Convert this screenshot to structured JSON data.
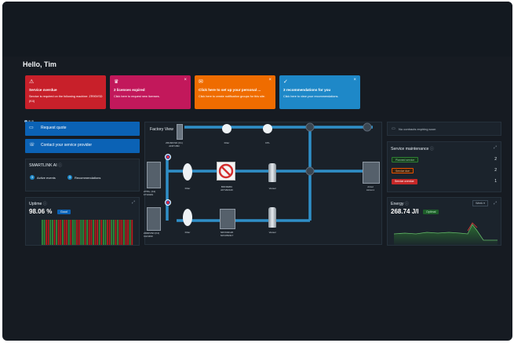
{
  "greeting": "Hello, Tim",
  "notification_cards": [
    {
      "icon": "warning-icon",
      "title": "Service overdue",
      "body": "Service is required on the following machine: ZR90VSD (K4)",
      "color": "#c8202a"
    },
    {
      "icon": "license-icon",
      "title": "2 licenses expired",
      "body": "Click here to request new licenses.",
      "color": "#c2185b"
    },
    {
      "icon": "bell-icon",
      "title": "Click here to set up your personal ...",
      "body": "Click here to create notification groups for this site.",
      "color": "#ef6c00"
    },
    {
      "icon": "thumb-icon",
      "title": "3 recommendations for you",
      "body": "Click here to view your recommendations.",
      "color": "#1e88c8"
    }
  ],
  "actions": {
    "request_quote": "Request quote",
    "contact_provider": "Contact your service provider"
  },
  "smartlink": {
    "title": "SMARTLINK AI",
    "active_events_count": "3",
    "active_events_label": "Active events",
    "recommendations_count": "3",
    "recommendations_label": "Recommendations"
  },
  "uptime": {
    "title": "Uptime",
    "value": "98.06 %",
    "status": "Good"
  },
  "factory_view": {
    "title": "Factory View",
    "labels": {
      "top_machine": "ZR160VSD (K1)\nAFRY45D",
      "filter_top": "Filter",
      "fpl": "FPL",
      "left_machine_1": "ZT55+ (K2)\nFT10049",
      "filter_mid": "Filter",
      "mid_machine": "BDFREBU\nAFT202120",
      "vessel_mid": "Vessel",
      "right_machine": "Aircel\nAircel-1",
      "left_machine_2": "ZR90VSD (K4)\nCHN469",
      "filter_bot": "Filter",
      "bot_machine": "NDV602120\nNOV050317",
      "vessel_bot": "Vessel"
    }
  },
  "contracts": {
    "text": "No contracts expiring soon"
  },
  "service_maintenance": {
    "title": "Service maintenance",
    "rows": [
      {
        "label": "Planned service",
        "count": "2",
        "color": "#2e7d32"
      },
      {
        "label": "Service due",
        "count": "2",
        "color": "#e65100"
      },
      {
        "label": "Service overdue",
        "count": "1",
        "color": "#c62828"
      }
    ]
  },
  "energy": {
    "title": "Energy",
    "value": "268.74 J/l",
    "status": "Optimal",
    "range": "Week"
  },
  "colors": {
    "background": "#161b22",
    "panel": "#1b232c",
    "accent_blue": "#0b62b5",
    "pipe": "#2f8fc8"
  }
}
